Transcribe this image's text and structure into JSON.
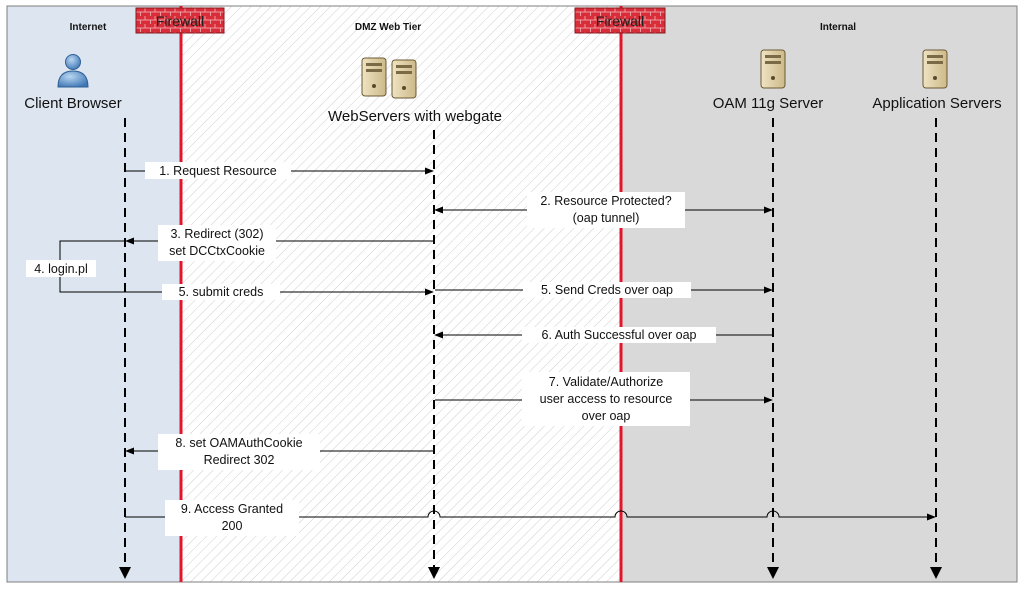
{
  "zones": {
    "internet": "Internet",
    "dmz": "DMZ Web Tier",
    "internal": "Internal"
  },
  "firewalls": [
    "Firewall",
    "Firewall"
  ],
  "actors": {
    "client": "Client Browser",
    "webservers": "WebServers with webgate",
    "oam": "OAM 11g Server",
    "appservers": "Application Servers"
  },
  "messages": {
    "m1": [
      "1. Request Resource"
    ],
    "m2": [
      "2. Resource Protected?",
      "(oap tunnel)"
    ],
    "m3": [
      "3. Redirect (302)",
      "set DCCtxCookie"
    ],
    "m4": [
      "4. login.pl"
    ],
    "m5a": [
      "5. submit creds"
    ],
    "m5b": [
      "5. Send Creds over oap"
    ],
    "m6": [
      "6. Auth Successful over oap"
    ],
    "m7": [
      "7. Validate/Authorize",
      "user access to resource",
      "over oap"
    ],
    "m8": [
      "8. set OAMAuthCookie",
      "Redirect 302"
    ],
    "m9": [
      "9. Access Granted",
      "200"
    ]
  },
  "colors": {
    "internet_bg": "#dde6f0",
    "internal_bg": "#d9d9d9",
    "firewall_line": "#e3152a",
    "firewall_box": "#d8303a"
  }
}
